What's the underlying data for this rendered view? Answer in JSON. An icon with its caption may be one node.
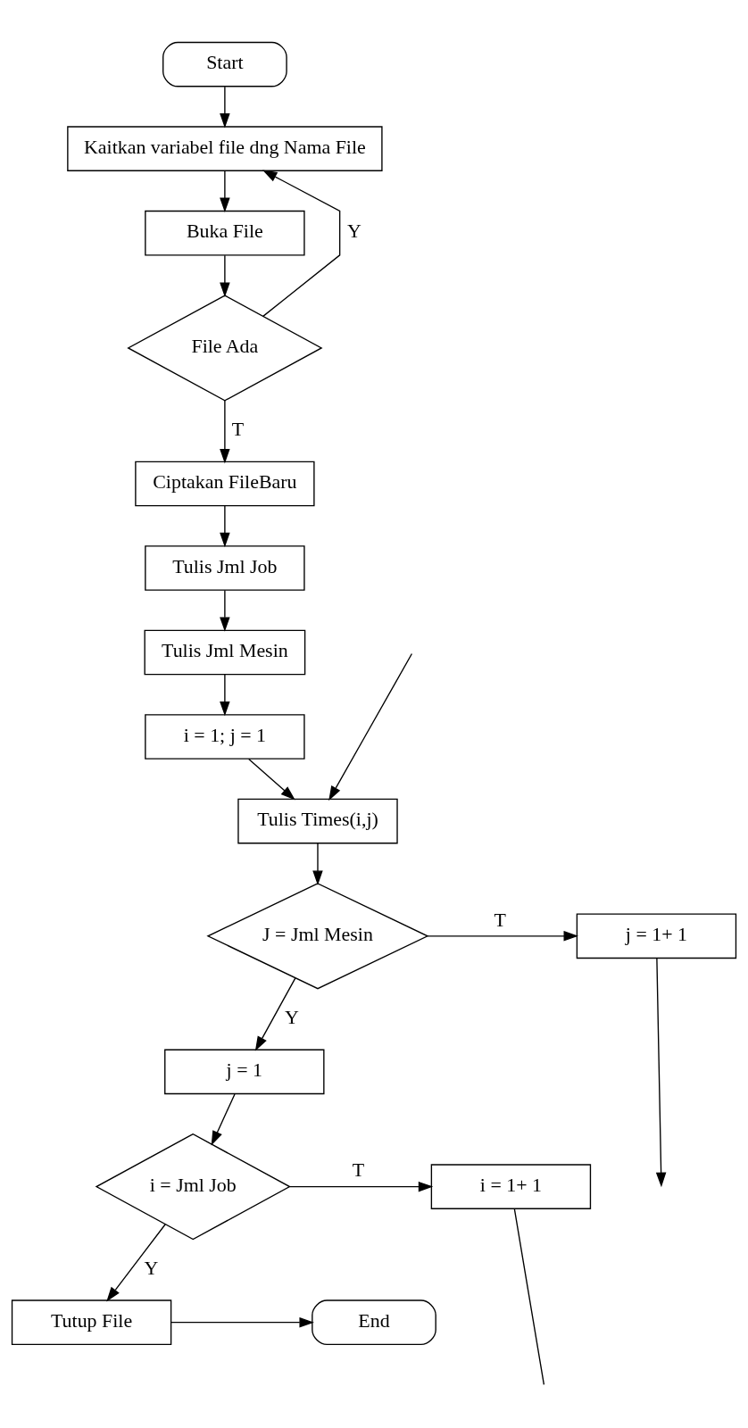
{
  "diagram": {
    "nodes": [
      {
        "text": [
          "Start"
        ]
      },
      {
        "text": [
          "Kaitkan variabel file dng Nama File"
        ]
      },
      {
        "text": [
          "Buka File"
        ]
      },
      {
        "text": [
          "File Ada"
        ]
      },
      {
        "text": [
          "Ciptakan FileBaru"
        ]
      },
      {
        "text": [
          "Tulis Jml Job"
        ]
      },
      {
        "text": [
          "Tulis Jml Mesin"
        ]
      },
      {
        "text": [
          "i = 1; j = 1"
        ]
      },
      {
        "text": [
          "Tulis Times(i,j)"
        ]
      },
      {
        "text": [
          "J = Jml Mesin"
        ]
      },
      {
        "text": [
          "j = 1+ 1"
        ]
      },
      {
        "text": [
          "j = 1"
        ]
      },
      {
        "text": [
          "i = Jml Job"
        ]
      },
      {
        "text": [
          "i = 1+ 1"
        ]
      },
      {
        "text": [
          "Tutup File"
        ]
      },
      {
        "text": [
          "End"
        ]
      }
    ],
    "edges": [
      {
        "from": 0,
        "to": 1,
        "arrow": "to"
      },
      {
        "from": 1,
        "to": 2,
        "arrow": "to"
      },
      {
        "from": 2,
        "to": 3,
        "arrow": "to"
      },
      {
        "from": 3,
        "to": 1,
        "arrow": "to",
        "label": "Y"
      },
      {
        "from": 3,
        "to": 4,
        "arrow": "to",
        "label": "T"
      },
      {
        "from": 4,
        "to": 5,
        "arrow": "to"
      },
      {
        "from": 5,
        "to": 6,
        "arrow": "to"
      },
      {
        "from": 6,
        "to": 7,
        "arrow": "to"
      },
      {
        "from": 7,
        "to": 8,
        "arrow": "to"
      },
      {
        "from": null,
        "to": 8,
        "arrow": "to"
      },
      {
        "from": 8,
        "to": 9,
        "arrow": "to"
      },
      {
        "from": 9,
        "to": 10,
        "arrow": "to",
        "label": "T"
      },
      {
        "from": 10,
        "to": null,
        "arrow": "to"
      },
      {
        "from": 9,
        "to": 11,
        "arrow": "to",
        "label": "Y"
      },
      {
        "from": 11,
        "to": 12,
        "arrow": "to"
      },
      {
        "from": 12,
        "to": 13,
        "arrow": "to",
        "label": "T"
      },
      {
        "from": 13,
        "to": null,
        "arrow": "none"
      },
      {
        "from": 12,
        "to": 14,
        "arrow": "to",
        "label": "Y"
      },
      {
        "from": 14,
        "to": 15,
        "arrow": "to"
      }
    ]
  }
}
